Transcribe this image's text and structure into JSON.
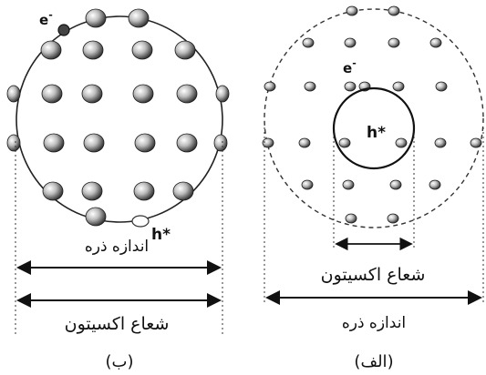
{
  "panel_b": {
    "electron_label": "e",
    "electron_sup": "-",
    "hole_label": "h*",
    "particle_size_label": "اندازه ذره",
    "exciton_radius_label": "شعاع اکسیتون",
    "caption": "(ب)"
  },
  "panel_alef": {
    "electron_label": "e",
    "electron_sup": "-",
    "hole_label": "h*",
    "exciton_radius_label": "شعاع اکسیتون",
    "particle_size_label": "اندازه ذره",
    "caption": "(الف)"
  }
}
